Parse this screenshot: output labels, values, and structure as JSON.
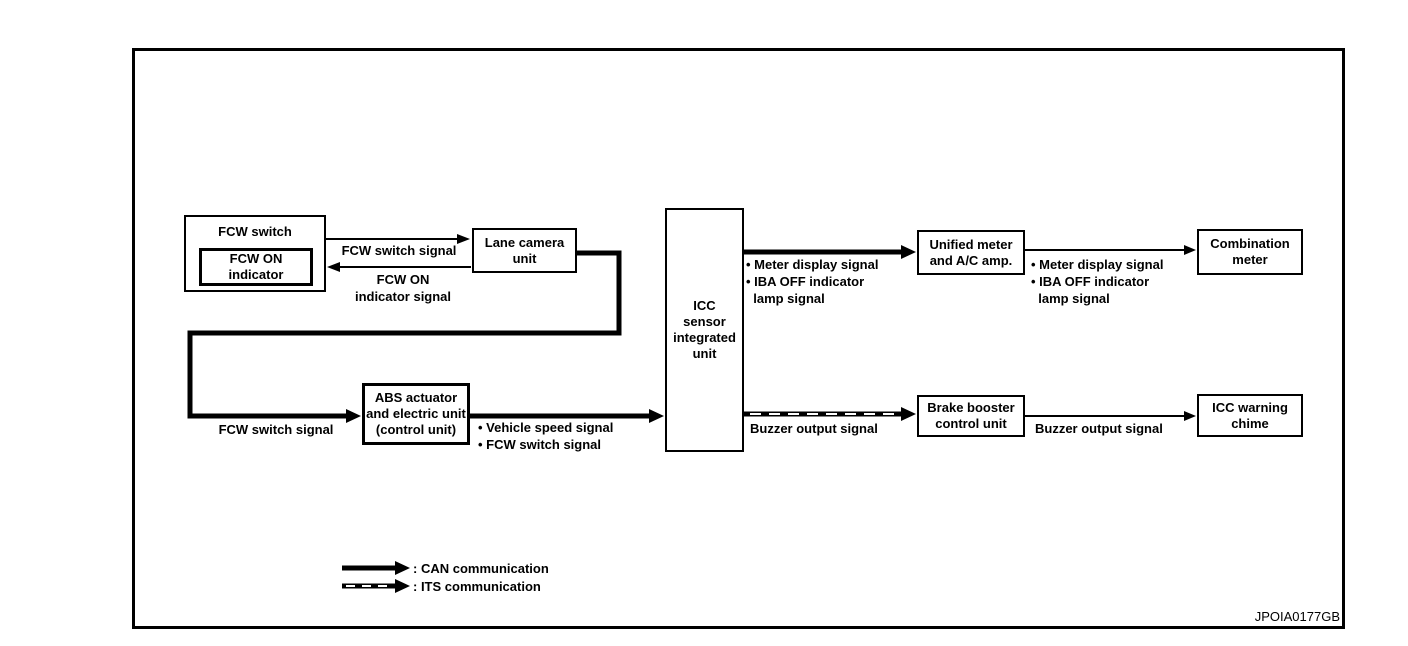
{
  "diagram": {
    "figure_code": "JPOIA0177GB",
    "colors": {
      "line": "#000000",
      "background": "#ffffff"
    },
    "nodes": {
      "fcw_switch": "FCW switch",
      "fcw_on_indicator": "FCW ON\nindicator",
      "lane_camera": "Lane camera\nunit",
      "icc_sensor": "ICC\nsensor\nintegrated\nunit",
      "abs_actuator": "ABS actuator\nand electric unit\n(control unit)",
      "unified_meter": "Unified meter\nand A/C amp.",
      "combination_meter": "Combination\nmeter",
      "brake_booster": "Brake booster\ncontrol unit",
      "icc_warning_chime": "ICC warning\nchime"
    },
    "signals": {
      "fcw_switch_signal_top": "FCW switch signal",
      "fcw_on_indicator_signal": "FCW ON\nindicator signal",
      "fcw_switch_signal_bottom": "FCW switch signal",
      "abs_to_icc": "• Vehicle speed signal\n• FCW switch signal",
      "icc_to_unified_meter": "• Meter display signal\n• IBA OFF indicator\n  lamp signal",
      "unified_to_combination": "• Meter display signal\n• IBA OFF indicator\n  lamp signal",
      "icc_to_brake_booster": "Buzzer output signal",
      "brake_to_chime": "Buzzer output signal"
    },
    "legend": {
      "can": ": CAN communication",
      "its": ": ITS communication"
    }
  }
}
